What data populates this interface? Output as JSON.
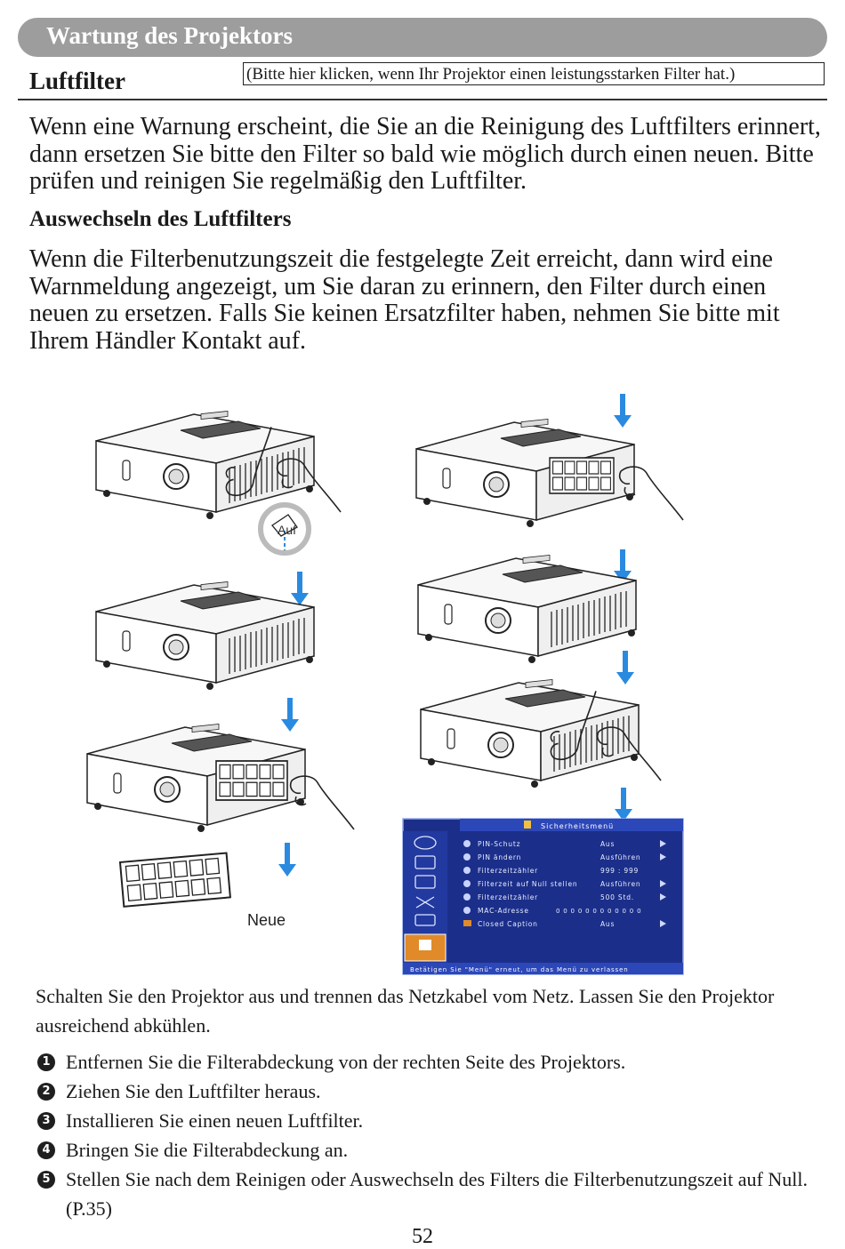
{
  "header": {
    "section_title": "Wartung des Projektors"
  },
  "subsection": {
    "title": "Luftfilter",
    "link_text": "(Bitte hier klicken, wenn Ihr Projektor einen leistungsstarken Filter hat.)"
  },
  "intro_paragraph": "Wenn eine Warnung erscheint, die Sie an die Reinigung des Luftfilters erinnert, dann ersetzen Sie bitte den Filter so bald wie möglich durch einen neuen. Bitte prüfen und reinigen Sie regelmäßig den Luftfilter.",
  "replace_heading": "Auswechseln des Luftfilters",
  "replace_paragraph": "Wenn die Filterbenutzungszeit die festgelegte Zeit erreicht, dann wird eine Warnmeldung angezeigt, um Sie daran zu erinnern, den Filter durch einen neuen zu ersetzen. Falls Sie keinen Ersatzfilter haben, nehmen Sie bitte mit Ihrem Händler Kontakt auf.",
  "figure": {
    "open_label": "Auf",
    "new_label": "Neue",
    "menu": {
      "title": "Sicherheitsmenü",
      "rows": [
        {
          "label": "PIN-Schutz",
          "value": "Aus"
        },
        {
          "label": "PIN ändern",
          "value": "Ausführen"
        },
        {
          "label": "Filterzeitzähler",
          "value": "999 : 999"
        },
        {
          "label": "Filterzeit auf Null stellen",
          "value": "Ausführen"
        },
        {
          "label": "Filterzeitzähler",
          "value": "500 Std."
        },
        {
          "label": "MAC-Adresse",
          "value": "0 0 0 0 0 0 0 0 0 0 0 0"
        },
        {
          "label": "Closed Caption",
          "value": "Aus"
        }
      ],
      "footer": "Betätigen Sie \"Menü\" erneut, um das Menü zu verlassen"
    },
    "colors": {
      "menu_bg": "#1b2f8a",
      "menu_header": "#2c47b8",
      "arrow": "#2a8ae0"
    }
  },
  "steps_intro": "Schalten Sie den Projektor aus und trennen das Netzkabel vom Netz. Lassen Sie den Projektor ausreichend abkühlen.",
  "steps": [
    {
      "num": "1",
      "text": "Entfernen Sie die Filterabdeckung von der rechten Seite des Projektors."
    },
    {
      "num": "2",
      "text": "Ziehen Sie den Luftfilter heraus."
    },
    {
      "num": "3",
      "text": "Installieren Sie einen neuen Luftfilter."
    },
    {
      "num": "4",
      "text": "Bringen Sie die Filterabdeckung an."
    },
    {
      "num": "5",
      "text": "Stellen Sie nach dem Reinigen oder Auswechseln des Filters die Filterbenutzungszeit auf Null. (P.35)"
    }
  ],
  "page_number": "52"
}
